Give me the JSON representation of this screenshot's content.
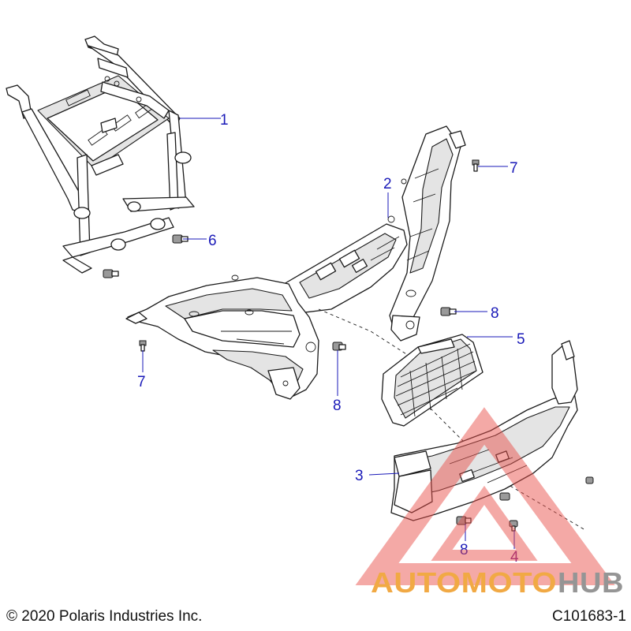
{
  "diagram": {
    "callouts": [
      {
        "id": "1",
        "label": "1"
      },
      {
        "id": "2",
        "label": "2"
      },
      {
        "id": "3",
        "label": "3"
      },
      {
        "id": "4",
        "label": "4"
      },
      {
        "id": "5",
        "label": "5"
      },
      {
        "id": "6",
        "label": "6"
      },
      {
        "id": "7a",
        "label": "7"
      },
      {
        "id": "7b",
        "label": "7"
      },
      {
        "id": "8a",
        "label": "8"
      },
      {
        "id": "8b",
        "label": "8"
      },
      {
        "id": "8c",
        "label": "8"
      }
    ]
  },
  "watermark": {
    "text_part1": "AUTOMOTO",
    "text_part2": "HUB",
    "color_orange": "#f0a030",
    "color_gray": "#8a8a8a",
    "color_red": "#e8504a"
  },
  "footer": {
    "copyright": "© 2020 Polaris Industries Inc.",
    "figure_id": "C101683-1"
  }
}
